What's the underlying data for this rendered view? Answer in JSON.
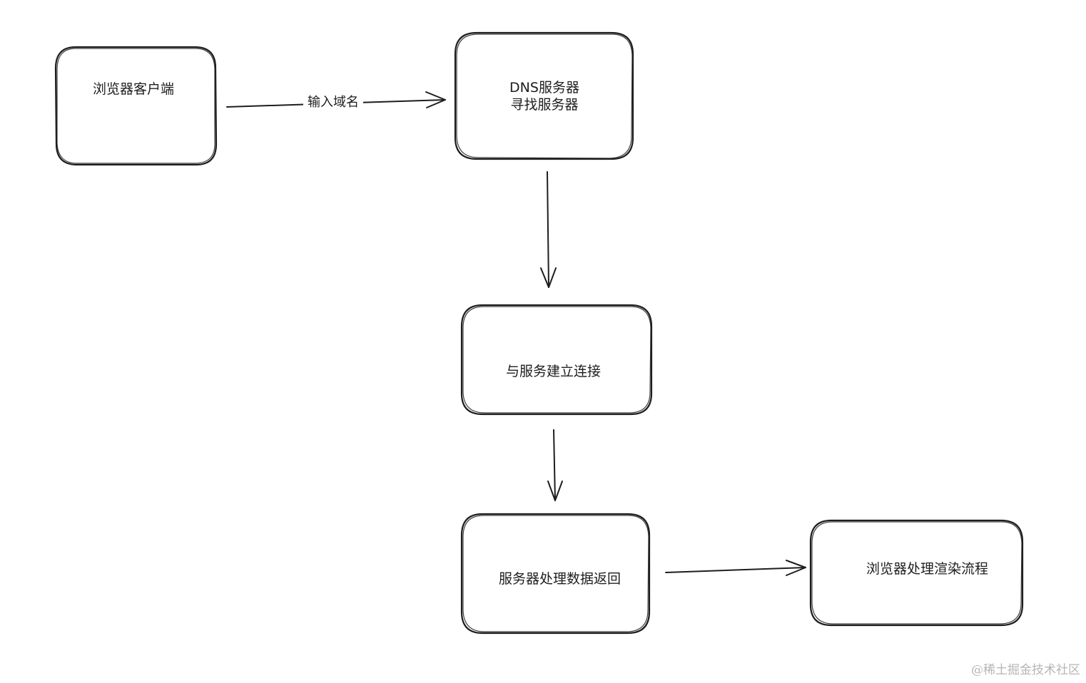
{
  "nodes": {
    "browser_client": {
      "label": "浏览器客户端"
    },
    "dns_server": {
      "line1": "DNS服务器",
      "line2": "寻找服务器"
    },
    "establish_connection": {
      "label": "与服务建立连接"
    },
    "server_process": {
      "label": "服务器处理数据返回"
    },
    "browser_render": {
      "label": "浏览器处理渲染流程"
    }
  },
  "edges": {
    "client_to_dns": {
      "label": "输入域名"
    }
  },
  "watermark": {
    "text": "@稀土掘金技术社区"
  },
  "colors": {
    "stroke": "#1e1e1e",
    "background": "#ffffff",
    "watermark": "#b5b5b5"
  }
}
